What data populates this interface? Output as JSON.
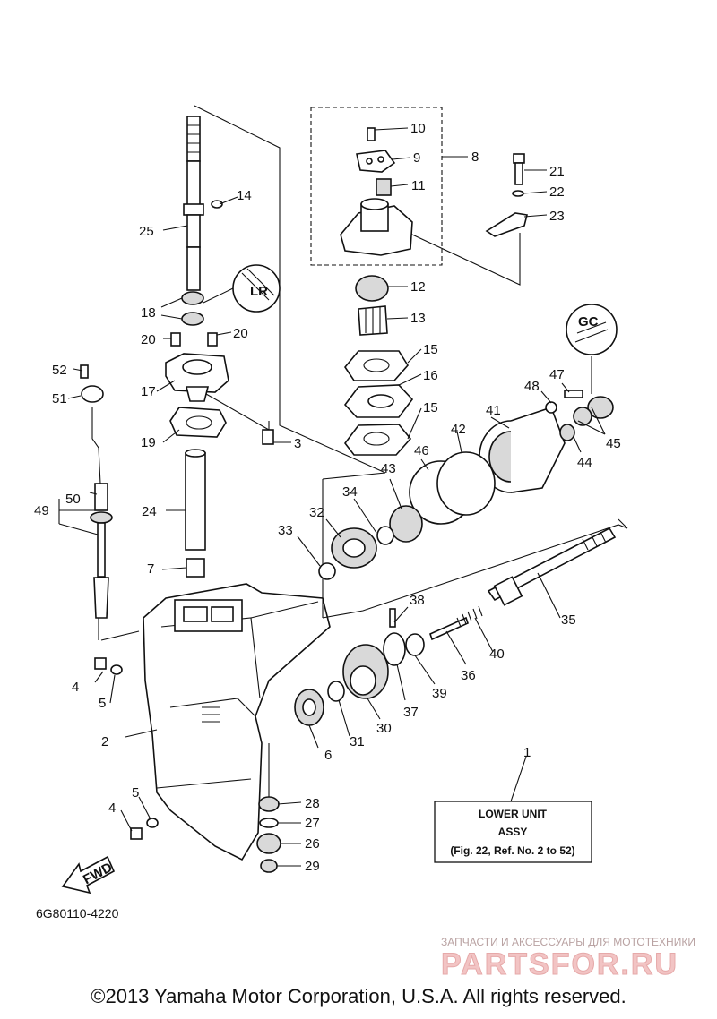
{
  "diagram": {
    "part_labels": {
      "p1": "1",
      "p2": "2",
      "p3": "3",
      "p4a": "4",
      "p4b": "4",
      "p5a": "5",
      "p5b": "5",
      "p6": "6",
      "p7": "7",
      "p8": "8",
      "p9": "9",
      "p10": "10",
      "p11": "11",
      "p12": "12",
      "p13": "13",
      "p14": "14",
      "p15a": "15",
      "p15b": "15",
      "p16": "16",
      "p17": "17",
      "p18": "18",
      "p19": "19",
      "p20a": "20",
      "p20b": "20",
      "p21": "21",
      "p22": "22",
      "p23": "23",
      "p24": "24",
      "p25": "25",
      "p26": "26",
      "p27": "27",
      "p28": "28",
      "p29": "29",
      "p30": "30",
      "p31": "31",
      "p32": "32",
      "p33": "33",
      "p34": "34",
      "p35": "35",
      "p36": "36",
      "p37": "37",
      "p38": "38",
      "p39": "39",
      "p40": "40",
      "p41": "41",
      "p42": "42",
      "p43": "43",
      "p44": "44",
      "p45": "45",
      "p46": "46",
      "p47": "47",
      "p48": "48",
      "p49": "49",
      "p50": "50",
      "p51": "51",
      "p52": "52"
    },
    "assembly_box": {
      "line1": "LOWER UNIT",
      "line2": "ASSY",
      "line3": "(Fig. 22, Ref. No. 2 to 52)"
    },
    "fwd_label": "FWD",
    "drawing_code": "6G80110-4220"
  },
  "watermark": {
    "tagline": "ЗАПЧАСТИ И АКСЕССУАРЫ ДЛЯ МОТОТЕХНИКИ",
    "brand": "PARTSFOR.RU"
  },
  "footer": {
    "copyright": "©2013 Yamaha Motor Corporation, U.S.A. All rights reserved."
  }
}
